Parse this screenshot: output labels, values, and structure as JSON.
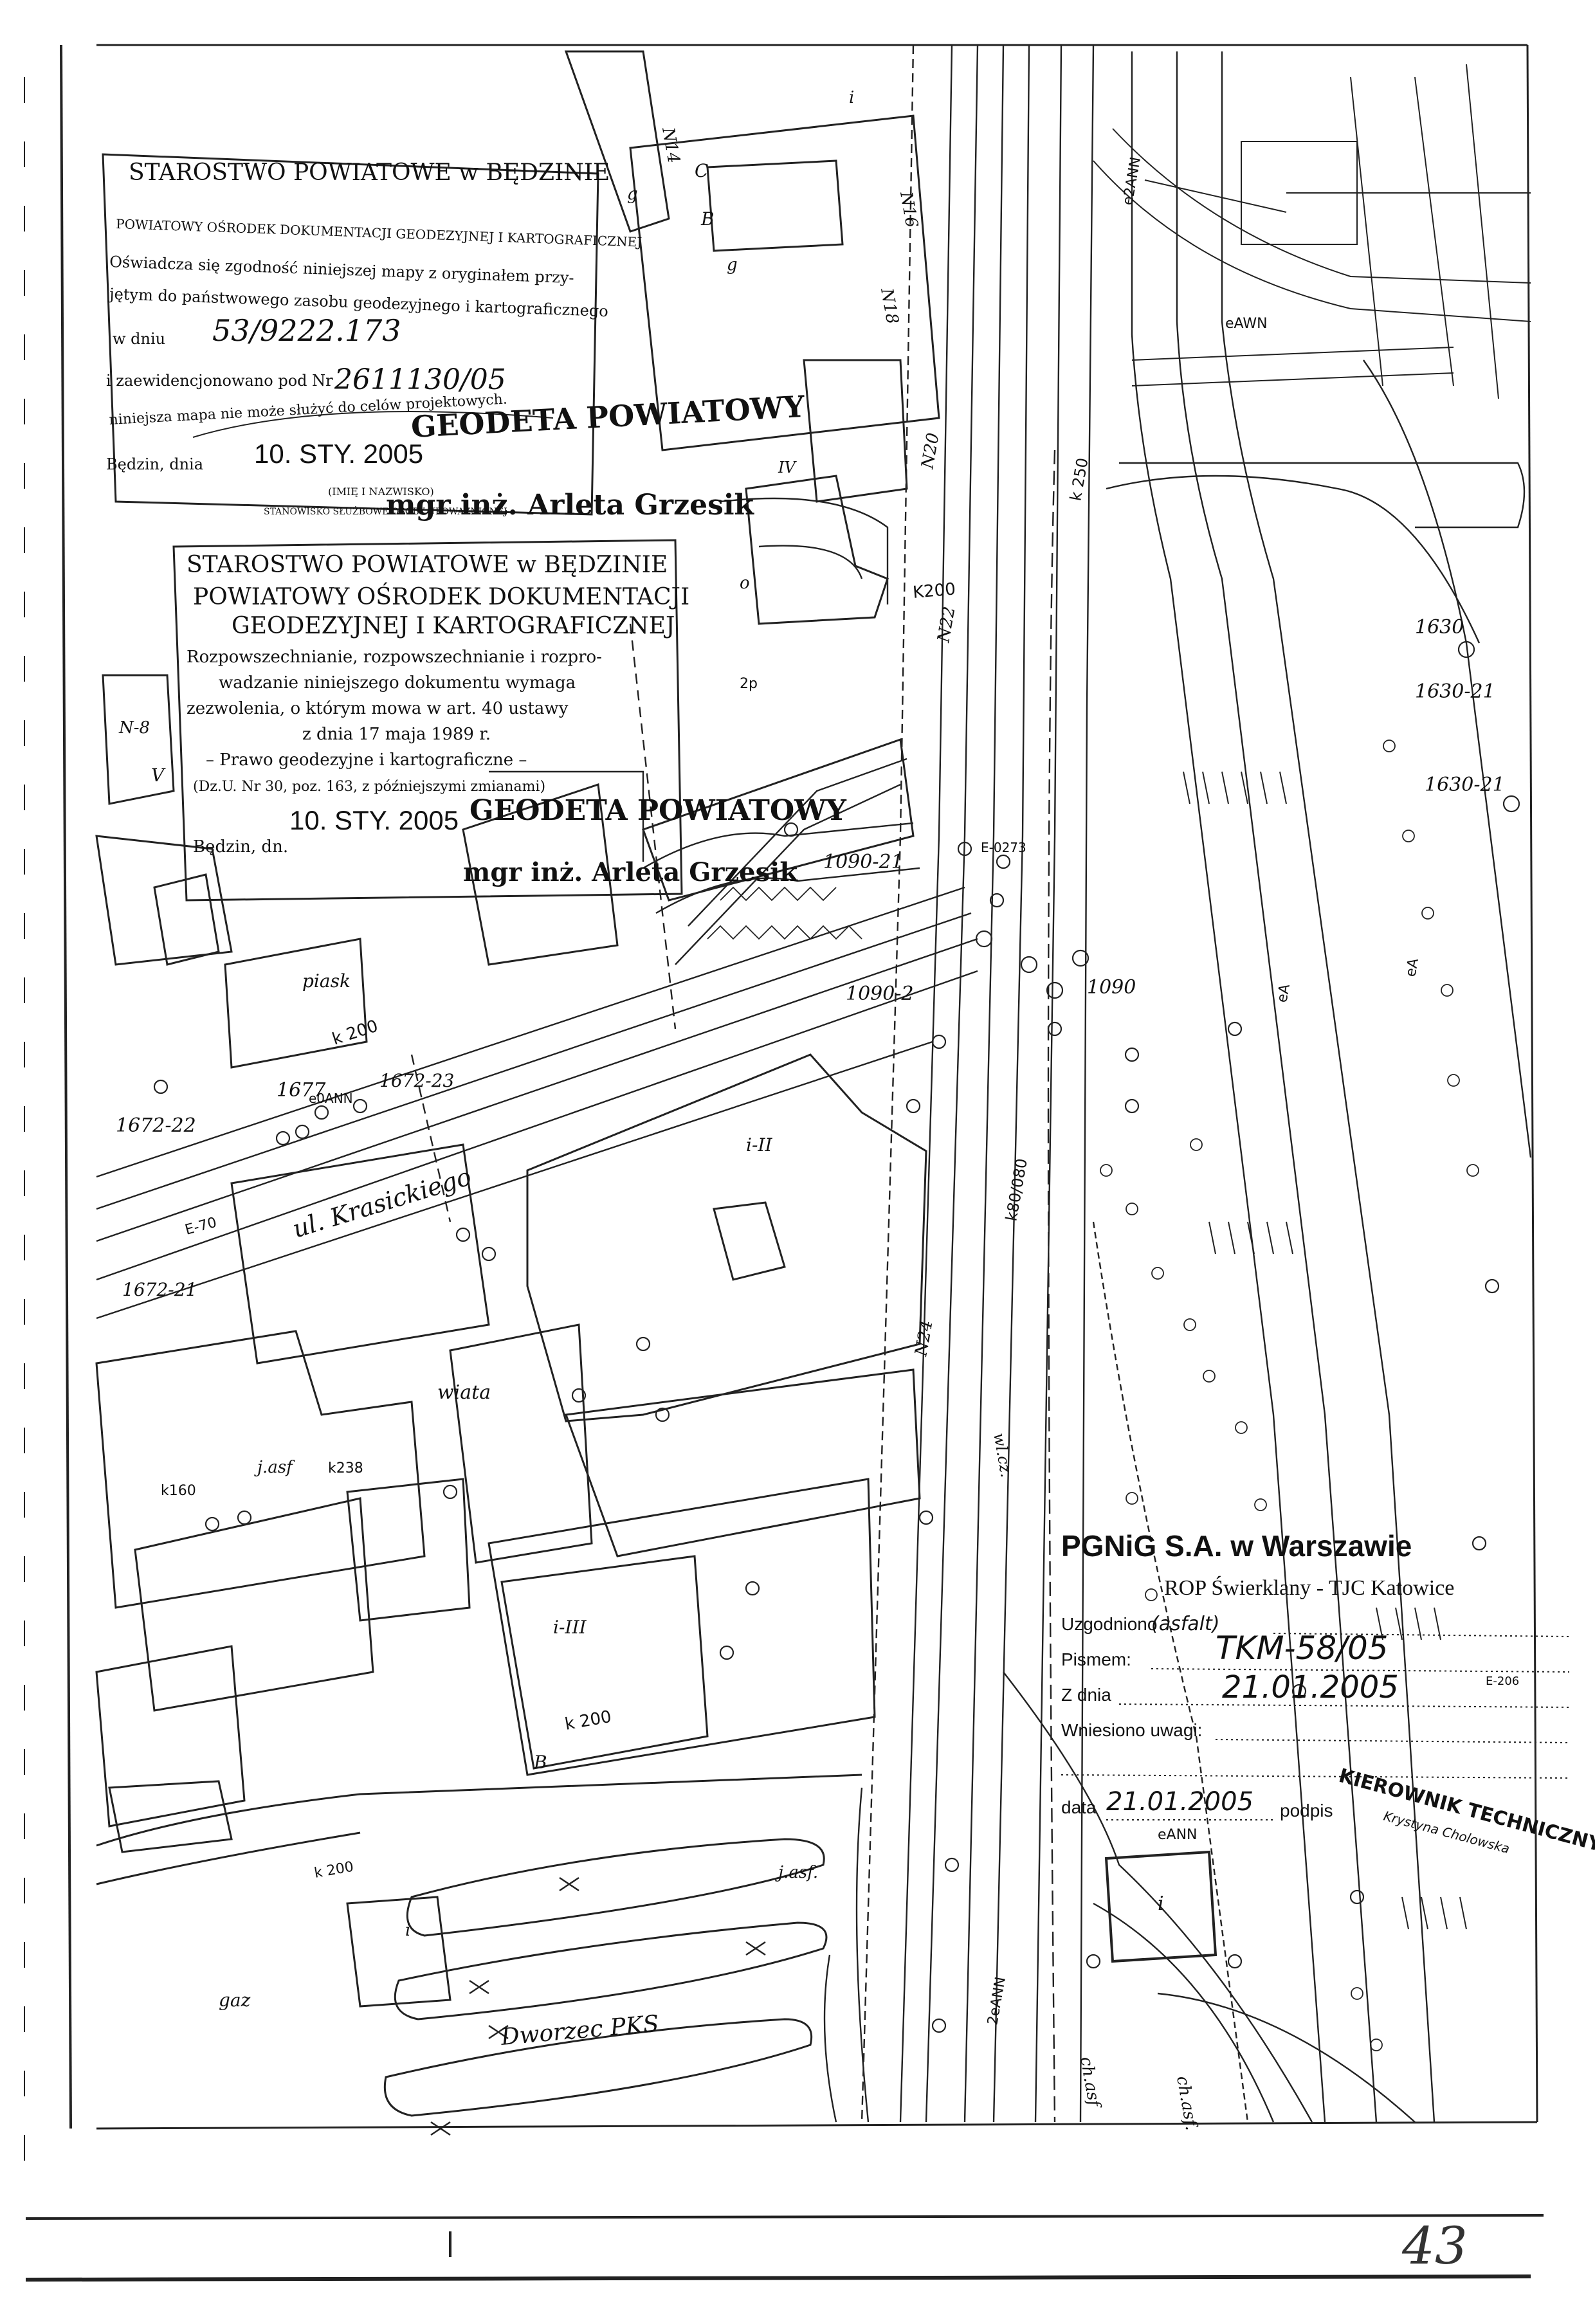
{
  "stamp_top": {
    "title": "STAROSTWO POWIATOWE w BĘDZINIE",
    "line1": "POWIATOWY OŚRODEK DOKUMENTACJI GEODEZYJNEJ I KARTOGRAFICZNEJ",
    "line2": "Oświadcza się zgodność niniejszej mapy z oryginałem przy-",
    "line3": "jętym do państwowego zasobu geodezyjnego i kartograficznego",
    "date_label": "w dniu",
    "date_value": "53/9222.173",
    "reg_label": "i zaewidencjonowano pod Nr",
    "reg_value": "2611130/05",
    "note": "niniejsza mapa nie może służyć do celów projektowych.",
    "city_label": "Będzin, dnia",
    "date": "10. STY. 2005",
    "seal_title": "GEODETA POWIATOWY",
    "seal_name": "mgr inż. Arleta Grzesik",
    "small_label": "(IMIĘ I NAZWISKO)",
    "small_label2": "STANOWISKO SŁUŻBOWE OSOBY UPOWAŻNIONEJ"
  },
  "stamp_mid": {
    "title": "STAROSTWO POWIATOWE w BĘDZINIE",
    "line1": "POWIATOWY OŚRODEK DOKUMENTACJI",
    "line2": "GEODEZYJNEJ I KARTOGRAFICZNEJ",
    "line3": "Rozpowszechnianie, rozpowszechnianie i rozpro-",
    "line4": "wadzanie niniejszego dokumentu wymaga",
    "line5": "zezwolenia, o którym mowa w art. 40 ustawy",
    "line6": "z dnia 17 maja 1989 r.",
    "line7": "– Prawo geodezyjne i kartograficzne –",
    "line8": "(Dz.U. Nr 30, poz. 163, z późniejszymi zmianami)",
    "city_label": "Będzin, dn.",
    "date": "10. STY. 2005",
    "seal_title": "GEODETA POWIATOWY",
    "seal_name": "mgr inż. Arleta Grzesik"
  },
  "pgnig": {
    "title": "PGNiG S.A. w Warszawie",
    "subtitle": "ROP Świerklany - TJC Katowice",
    "row1_label": "Uzgodniono",
    "row1_hand": "(asfalt)",
    "row2_label": "Pismem:",
    "row2_hand": "TKM-58/05",
    "row3_label": "Z dnia",
    "row3_hand": "21.01.2005",
    "row4_label": "Wniesiono uwagi:",
    "row5_label": "data",
    "row5_hand": "21.01.2005",
    "sign_label": "podpis",
    "sign_hand": "KIEROWNIK TECHNICZNY",
    "sign_name": "Krystyna Cholowska"
  },
  "map_labels": {
    "street": "ul. Krasickiego",
    "station": "Dworzec PKS",
    "wiata": "wiata",
    "piask": "piask",
    "gaz": "gaz",
    "jasf1": "j.asf.",
    "jasf2": "j.asf",
    "chasf": "ch.asf.",
    "ch": "ch.asf",
    "k200a": "k 200",
    "k200b": "K200",
    "k200c": "k 200",
    "k200d": "k 200",
    "k160": "k160",
    "k250": "k 250",
    "k238": "k238",
    "iII": "i-II",
    "iIII": "i-III",
    "iV": "IV",
    "n14": "N14",
    "n16": "N16",
    "n18": "N18",
    "n20": "N20",
    "n22": "N22",
    "n24": "N24",
    "n8": "N-8",
    "v1": "V",
    "b1": "B",
    "b2": "B",
    "c1": "C",
    "g1": "g",
    "g2": "g",
    "i1": "i",
    "i2": "i",
    "i3": "i",
    "o1": "o",
    "e2aNN": "e2ANN",
    "eAWN": "eAWN",
    "twoeANN": "2eANN",
    "eANN": "eANN",
    "e0ANN": "e0ANN",
    "parcel_1630": "1630",
    "parcel_1630_21": "1630-21",
    "parcel_1630_21b": "1630-21",
    "parcel_1090_21": "1090-21",
    "parcel_1090_2": "1090-2",
    "parcel_1090": "1090",
    "parcel_1677": "1677",
    "parcel_1672_23": "1672-23",
    "parcel_1672_22": "1672-22",
    "parcel_1672_21": "1672-21",
    "e_70": "E-70",
    "e_206": "E-206",
    "e_0273": "E-0273",
    "wlicz": "wl.cz.",
    "k80_080": "k80/080",
    "d_2p": "2p",
    "e_a1": "eA",
    "e_a2": "eA",
    "page_number": "43"
  }
}
